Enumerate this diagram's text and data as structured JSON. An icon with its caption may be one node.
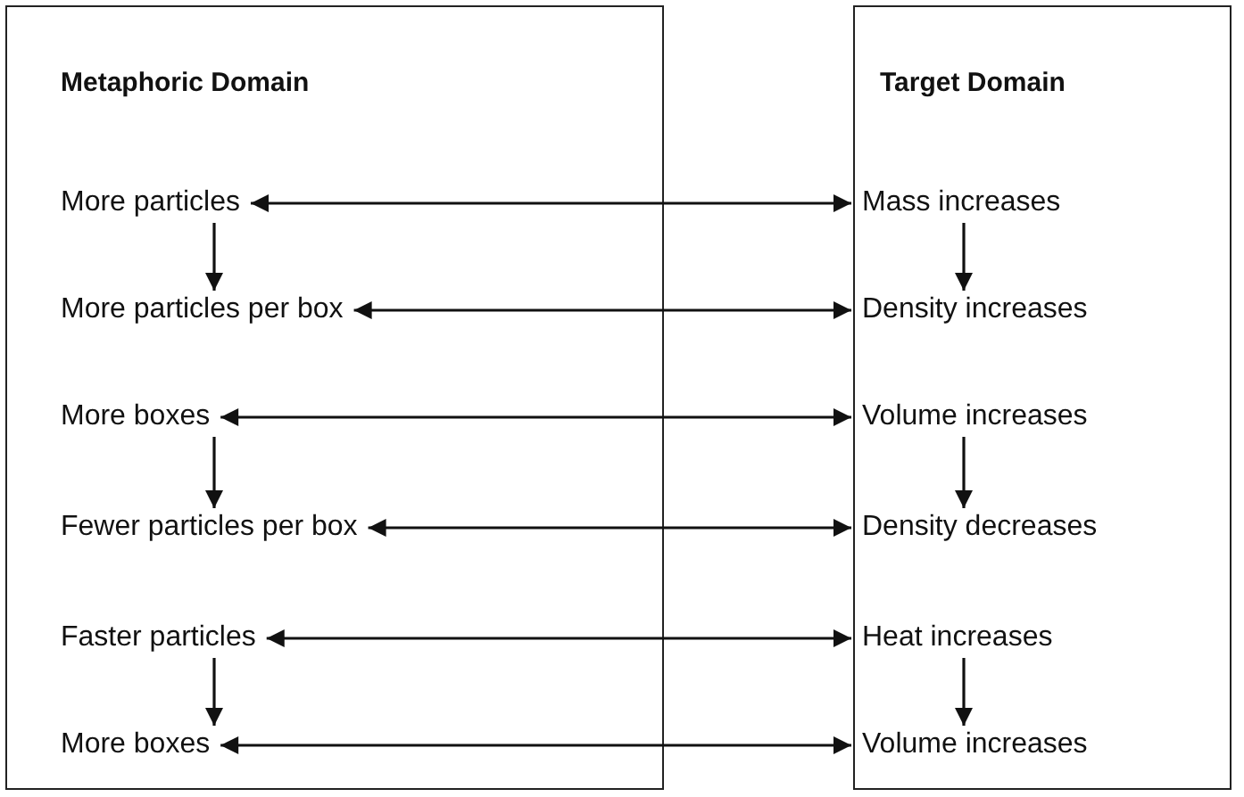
{
  "diagram": {
    "nodes": [
      {
        "text": [
          "Metaphoric Domain"
        ]
      },
      {
        "text": [
          "More particles"
        ],
        "in": 0
      },
      {
        "text": [
          "More particles per box"
        ],
        "in": 0
      },
      {
        "text": [
          "More boxes"
        ],
        "in": 0
      },
      {
        "text": [
          "Fewer particles per box"
        ],
        "in": 0
      },
      {
        "text": [
          "Faster particles"
        ],
        "in": 0
      },
      {
        "text": [
          "More boxes"
        ],
        "in": 0
      },
      {
        "text": [
          "Target Domain"
        ]
      },
      {
        "text": [
          "Mass increases"
        ],
        "in": 7
      },
      {
        "text": [
          "Density increases"
        ],
        "in": 7
      },
      {
        "text": [
          "Volume increases"
        ],
        "in": 7
      },
      {
        "text": [
          "Density decreases"
        ],
        "in": 7
      },
      {
        "text": [
          "Heat increases"
        ],
        "in": 7
      },
      {
        "text": [
          "Volume increases"
        ],
        "in": 7
      }
    ],
    "edges": [
      {
        "from": 1,
        "to": 2,
        "arrow": "to"
      },
      {
        "from": 3,
        "to": 4,
        "arrow": "to"
      },
      {
        "from": 5,
        "to": 6,
        "arrow": "to"
      },
      {
        "from": 8,
        "to": 9,
        "arrow": "to"
      },
      {
        "from": 10,
        "to": 11,
        "arrow": "to"
      },
      {
        "from": 12,
        "to": 13,
        "arrow": "to"
      },
      {
        "from": 1,
        "to": 8,
        "arrow": "both"
      },
      {
        "from": 2,
        "to": 9,
        "arrow": "both"
      },
      {
        "from": 3,
        "to": 10,
        "arrow": "both"
      },
      {
        "from": 4,
        "to": 11,
        "arrow": "both"
      },
      {
        "from": 5,
        "to": 12,
        "arrow": "both"
      },
      {
        "from": 6,
        "to": 13,
        "arrow": "both"
      }
    ]
  }
}
